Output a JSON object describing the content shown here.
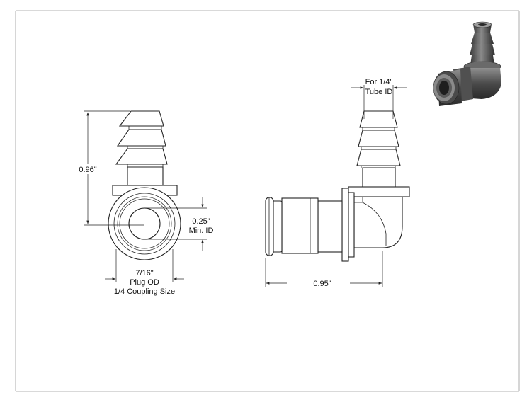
{
  "dimensions": {
    "height_label": "0.96\"",
    "id_label_line1": "0.25\"",
    "id_label_line2": "Min. ID",
    "od_label_line1": "7/16\"",
    "od_label_line2": "Plug OD",
    "od_label_line3": "1/4 Coupling Size",
    "tube_label_line1": "For 1/4\"",
    "tube_label_line2": "Tube ID",
    "length_label": "0.95\""
  },
  "colors": {
    "line": "#222222",
    "frame": "#9a9a9a",
    "render_dark": "#3a3a3a",
    "render_mid": "#6a6a6a",
    "render_light": "#9c9c9c"
  },
  "icons": {
    "product_render": "elbow-coupling-3d-render"
  }
}
